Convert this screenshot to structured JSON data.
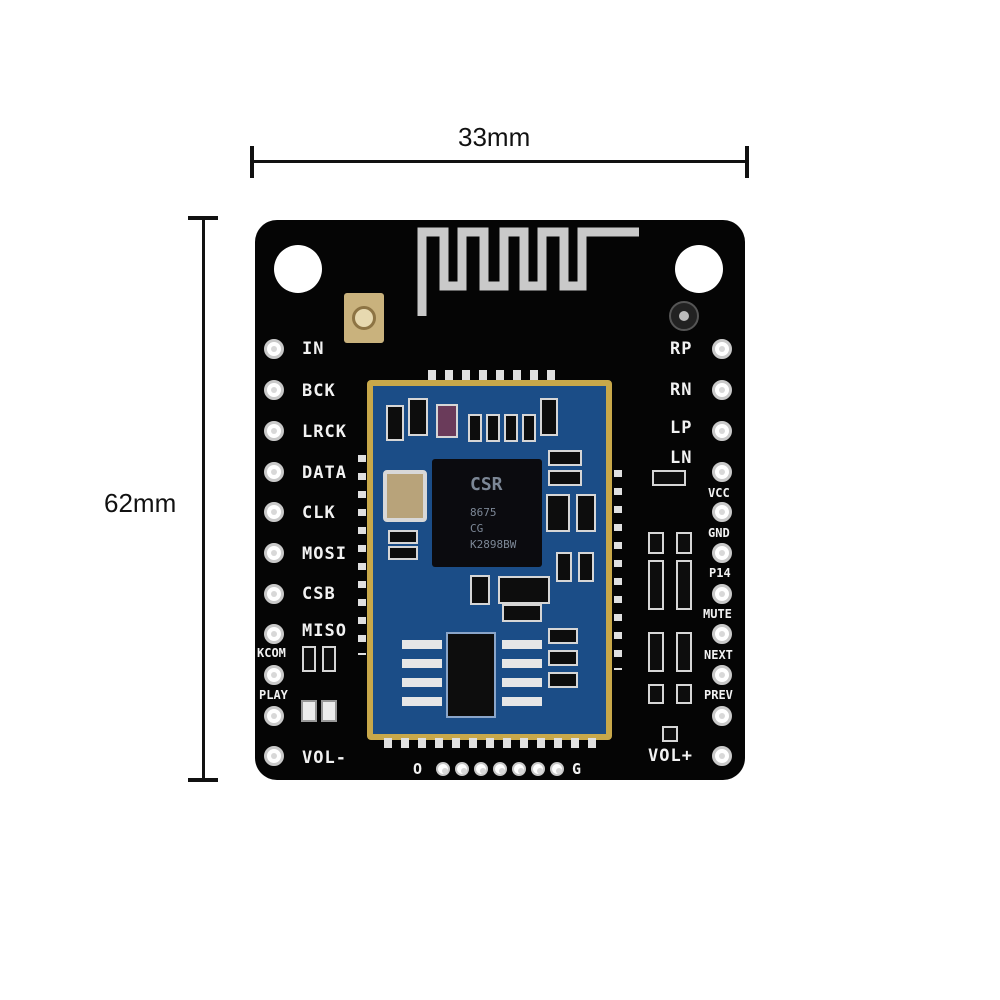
{
  "dimensions": {
    "width_label": "33mm",
    "height_label": "62mm"
  },
  "board": {
    "chip_brand": "CSR",
    "chip_model": "8675",
    "chip_line2": "CG",
    "chip_line3": "K2898BW",
    "left_pins": [
      "IN",
      "BCK",
      "LRCK",
      "DATA",
      "CLK",
      "MOSI",
      "CSB",
      "MISO",
      "KCOM",
      "PLAY",
      "VOL-"
    ],
    "right_pins": [
      "RP",
      "RN",
      "LP",
      "LN",
      "VCC",
      "GND",
      "P14",
      "MUTE",
      "NEXT",
      "PREV",
      "VOL+"
    ],
    "bottom_left_label": "O",
    "bottom_right_label": "G"
  }
}
